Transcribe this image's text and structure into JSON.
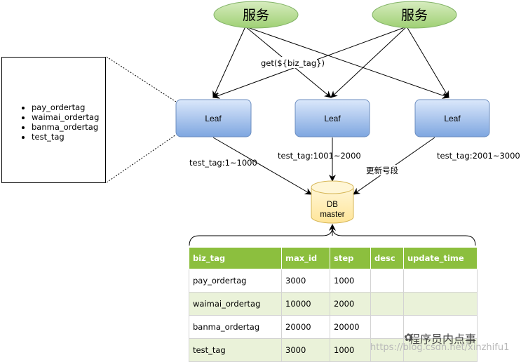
{
  "services": [
    {
      "label": "服务"
    },
    {
      "label": "服务"
    }
  ],
  "leaves": [
    {
      "label": "Leaf",
      "segment": "test_tag:1~1000"
    },
    {
      "label": "Leaf",
      "segment": "test_tag:1001~2000"
    },
    {
      "label": "Leaf",
      "segment": "test_tag:2001~3000"
    }
  ],
  "edge_labels": {
    "get": "get(${biz_tag})",
    "update": "更新号段"
  },
  "db": {
    "line1": "DB",
    "line2": "master"
  },
  "tag_list": [
    "pay_ordertag",
    "waimai_ordertag",
    "banma_ordertag",
    "test_tag"
  ],
  "table": {
    "columns": [
      "biz_tag",
      "max_id",
      "step",
      "desc",
      "update_time"
    ],
    "rows": [
      [
        "pay_ordertag",
        "3000",
        "1000",
        "",
        ""
      ],
      [
        "waimai_ordertag",
        "10000",
        "2000",
        "",
        ""
      ],
      [
        "banma_ordertag",
        "20000",
        "20000",
        "",
        ""
      ],
      [
        "test_tag",
        "3000",
        "1000",
        "",
        ""
      ]
    ]
  },
  "watermark": {
    "brand": "程序员内点事",
    "url": "https://blog.csdn.net/xinzhifu1",
    "icon": "wechat-icon"
  },
  "colors": {
    "service_fill": "#b5dc8f",
    "leaf_fill": "#a9c8ef",
    "db_fill": "#fff2c4",
    "header_fill": "#8cbf3e",
    "row_alt": "#eaf2d9"
  }
}
